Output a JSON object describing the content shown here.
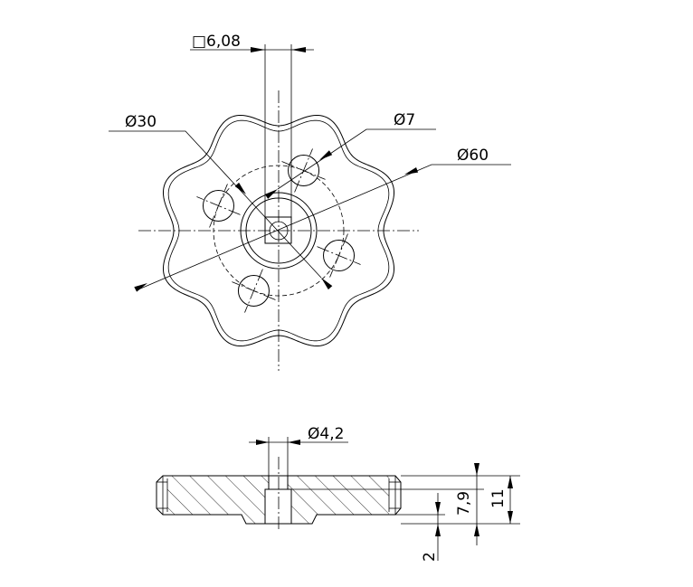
{
  "drawing": {
    "top_view": {
      "square_dim": "□6,08",
      "bolt_circle_dim": "Ø30",
      "hole_dim": "Ø7",
      "outer_dim": "Ø60",
      "lobe_count": 8,
      "hole_count": 4
    },
    "section_view": {
      "bore_dim": "Ø4,2",
      "total_height_dim": "11",
      "depth_dim": "7,9",
      "step_dim": "2"
    },
    "colors": {
      "line": "#000000",
      "background": "#ffffff"
    }
  }
}
